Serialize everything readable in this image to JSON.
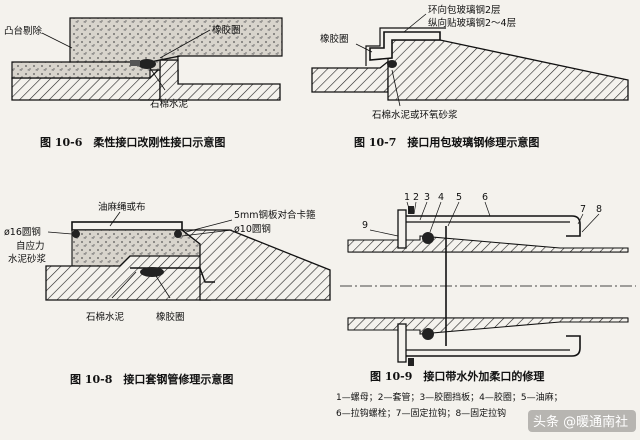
{
  "figures": {
    "f6": {
      "labels": {
        "boss_removal": "凸台剔除",
        "rubber_ring": "橡胶圈",
        "asbestos_cement": "石棉水泥"
      },
      "caption": "图 10-6　柔性接口改刚性接口示意图"
    },
    "f7": {
      "labels": {
        "hoop_wrap": "环向包玻璃钢2层",
        "longitudinal": "纵向贴玻璃钢2～4层",
        "rubber_ring": "橡胶圈",
        "asbestos_epoxy": "石棉水泥或环氧砂浆"
      },
      "caption": "图 10-7　接口用包玻璃钢修理示意图"
    },
    "f8": {
      "labels": {
        "hemp_rope": "油麻绳或布",
        "steel_plate": "5mm钢板对合卡箍",
        "round_steel_10": "ø10圆钢",
        "round_steel_16": "ø16圆钢",
        "self_stress": "自应力",
        "mortar": "水泥砂浆",
        "asbestos_cement": "石棉水泥",
        "rubber_ring": "橡胶圈"
      },
      "caption": "图 10-8　接口套钢管修理示意图"
    },
    "f9": {
      "numbers": [
        "1",
        "2",
        "3",
        "4",
        "5",
        "6",
        "7",
        "8",
        "9"
      ],
      "caption": "图 10-9　接口带水外加柔口的修理",
      "legend_line1": "1—螺母；2—套管；3—胶圈挡板；4—胶圈；5—油麻；",
      "legend_line2": "6—拉钩螺栓；7—固定拉钩；8—固定拉钩"
    }
  },
  "watermark": "头条 @暖通南社",
  "colors": {
    "background": "#f4f2ed",
    "ink": "#1a1a1a",
    "concrete": "#d8d4cc",
    "rubber": "#222222"
  }
}
